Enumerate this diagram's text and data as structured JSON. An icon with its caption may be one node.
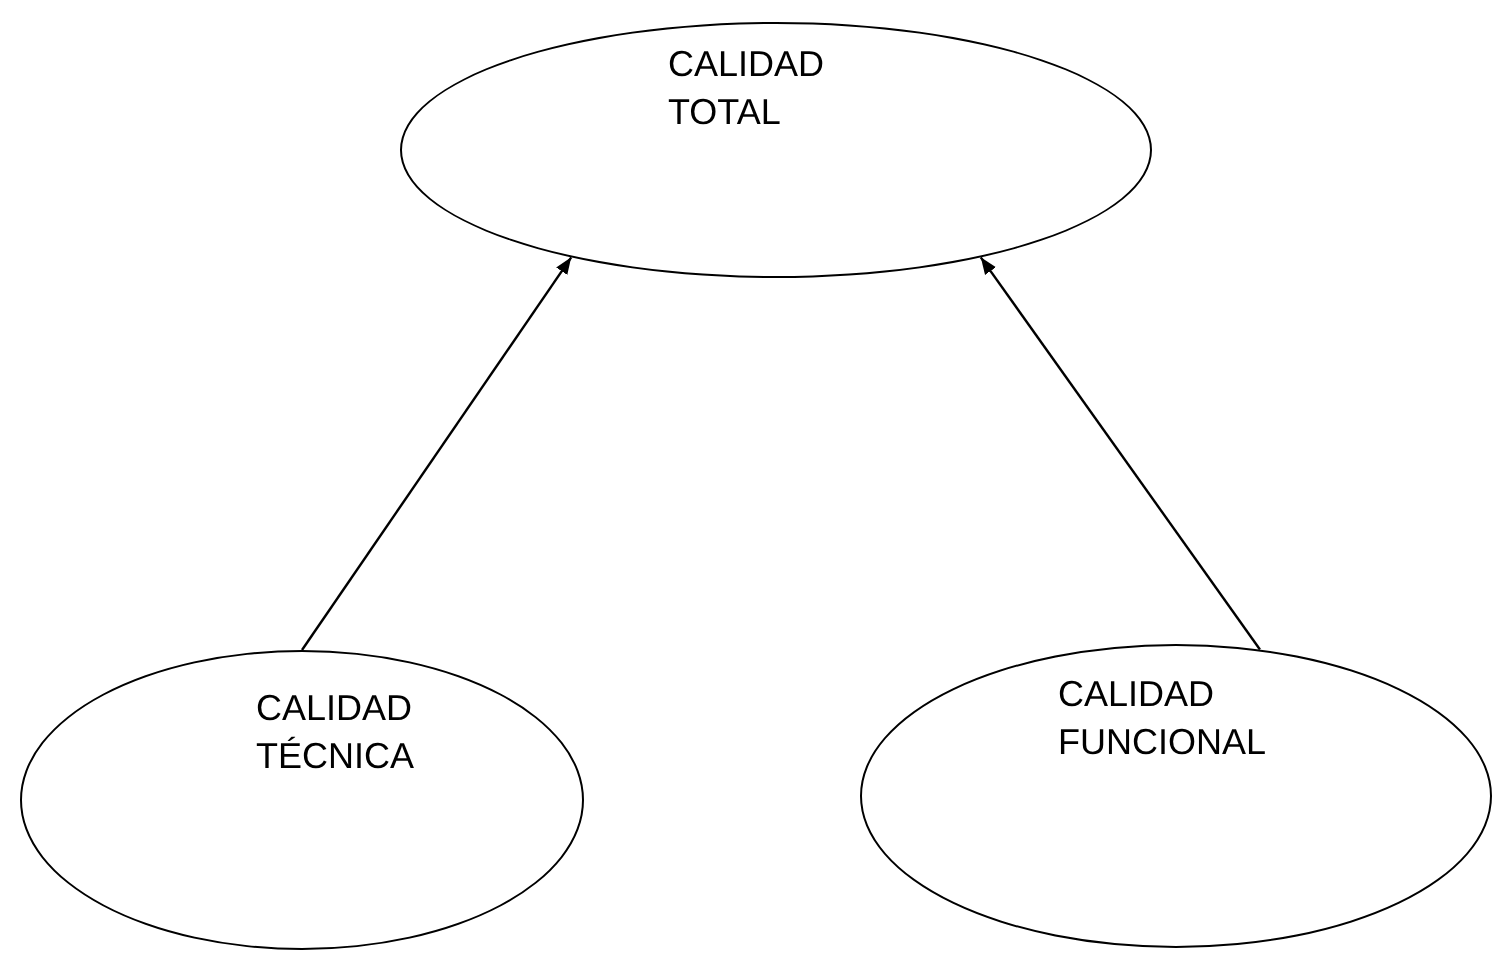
{
  "diagram": {
    "nodes": [
      {
        "text": [
          "CALIDAD TOTAL"
        ]
      },
      {
        "text": [
          "CALIDAD TÉCNICA"
        ]
      },
      {
        "text": [
          "CALIDAD FUNCIONAL"
        ]
      }
    ],
    "edges": [
      {
        "from": 1,
        "to": 0,
        "arrow": "to"
      },
      {
        "from": 2,
        "to": 0,
        "arrow": "to"
      }
    ]
  }
}
